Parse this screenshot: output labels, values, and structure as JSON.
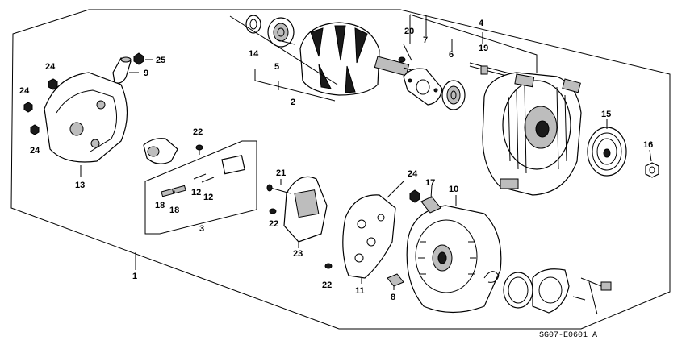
{
  "diagram": {
    "code": "SG07-E0601 A",
    "callouts": {
      "c1": "1",
      "c2": "2",
      "c3": "3",
      "c4": "4",
      "c5": "5",
      "c6": "6",
      "c7": "7",
      "c8": "8",
      "c9": "9",
      "c10": "10",
      "c11": "11",
      "c12a": "12",
      "c12b": "12",
      "c13": "13",
      "c14": "14",
      "c15": "15",
      "c16": "16",
      "c17": "17",
      "c18a": "18",
      "c18b": "18",
      "c19": "19",
      "c20": "20",
      "c21": "21",
      "c22a": "22",
      "c22b": "22",
      "c22c": "22",
      "c23": "23",
      "c24a": "24",
      "c24b": "24",
      "c24c": "24",
      "c24d": "24",
      "c25": "25"
    }
  }
}
